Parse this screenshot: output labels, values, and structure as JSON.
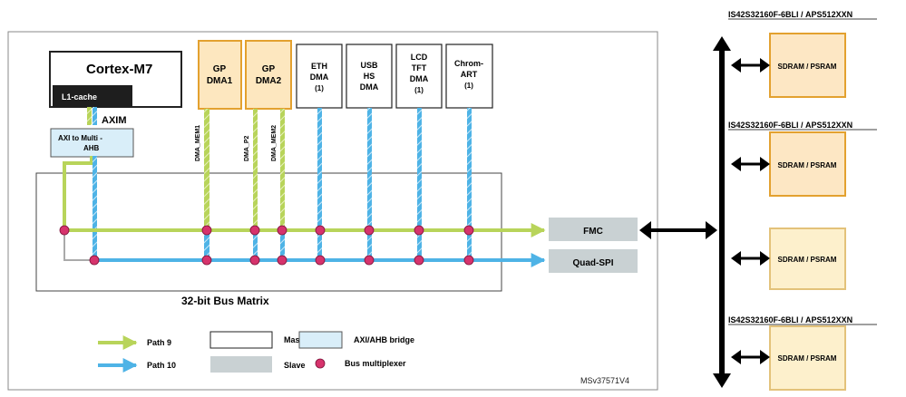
{
  "cpu": {
    "title": "Cortex-M7",
    "cache": "L1-cache",
    "port": "AXIM"
  },
  "bridge": {
    "line1": "AXI to Multi -",
    "line2": "AHB"
  },
  "masters": {
    "gp_dma1": [
      "GP",
      "DMA1"
    ],
    "gp_dma2": [
      "GP",
      "DMA2"
    ],
    "eth_dma": [
      "ETH",
      "DMA",
      "(1)"
    ],
    "usb_hs_dma": [
      "USB",
      "HS",
      "DMA"
    ],
    "lcd_tft_dma": [
      "LCD",
      "TFT",
      "DMA",
      "(1)"
    ],
    "chrom_art": [
      "Chrom-",
      "ART",
      "(1)"
    ]
  },
  "port_labels": {
    "mem1": "DMA_MEM1",
    "p2": "DMA_P2",
    "mem2": "DMA_MEM2"
  },
  "slaves": {
    "fmc": "FMC",
    "qspi": "Quad-SPI"
  },
  "bus_matrix": "32-bit Bus Matrix",
  "legend": {
    "path9": "Path 9",
    "path10": "Path 10",
    "master": "Master",
    "slave": "Slave",
    "bridge": "AXI/AHB bridge",
    "mux": "Bus multiplexer"
  },
  "ref_code": "MSv37571V4",
  "memory": {
    "part_prefix": "IS42S32160F-6BLI / ",
    "part_suffix": "APS512XXN",
    "chip_label": "SDRAM / PSRAM"
  },
  "colors": {
    "path9": "#b8d45a",
    "path10": "#4eb3e6",
    "mux": "#d6336c",
    "gp_dma_border": "#e3a12f",
    "gp_dma_fill": "#fde7bf",
    "chip_fill": "#fde7c4",
    "slave_fill": "#c9d1d3",
    "bridge_fill": "#d9eef9"
  }
}
